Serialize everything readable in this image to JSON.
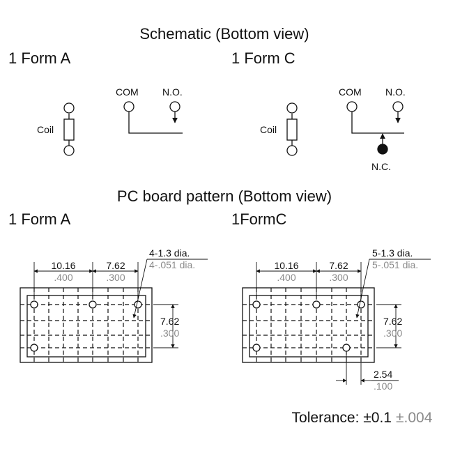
{
  "schematic": {
    "title": "Schematic (Bottom view)",
    "form_a": {
      "title": "1 Form A",
      "coil": "Coil",
      "com": "COM",
      "no": "N.O."
    },
    "form_c": {
      "title": "1 Form C",
      "coil": "Coil",
      "com": "COM",
      "no": "N.O.",
      "nc": "N.C."
    }
  },
  "pcb": {
    "title": "PC board pattern (Bottom view)",
    "form_a": {
      "title": "1 Form A",
      "dim_width_mm": "10.16",
      "dim_width_in": ".400",
      "dim_pitch_mm": "7.62",
      "dim_pitch_in": ".300",
      "hole_mm": "4-1.3 dia.",
      "hole_in": "4-.051 dia.",
      "dim_height_mm": "7.62",
      "dim_height_in": ".300"
    },
    "form_c": {
      "title": "1FormC",
      "dim_width_mm": "10.16",
      "dim_width_in": ".400",
      "dim_pitch_mm": "7.62",
      "dim_pitch_in": ".300",
      "hole_mm": "5-1.3 dia.",
      "hole_in": "5-.051 dia.",
      "dim_height_mm": "7.62",
      "dim_height_in": ".300",
      "dim_offset_mm": "2.54",
      "dim_offset_in": ".100"
    }
  },
  "tolerance": {
    "label": "Tolerance: ±0.1",
    "inch": "±.004"
  }
}
